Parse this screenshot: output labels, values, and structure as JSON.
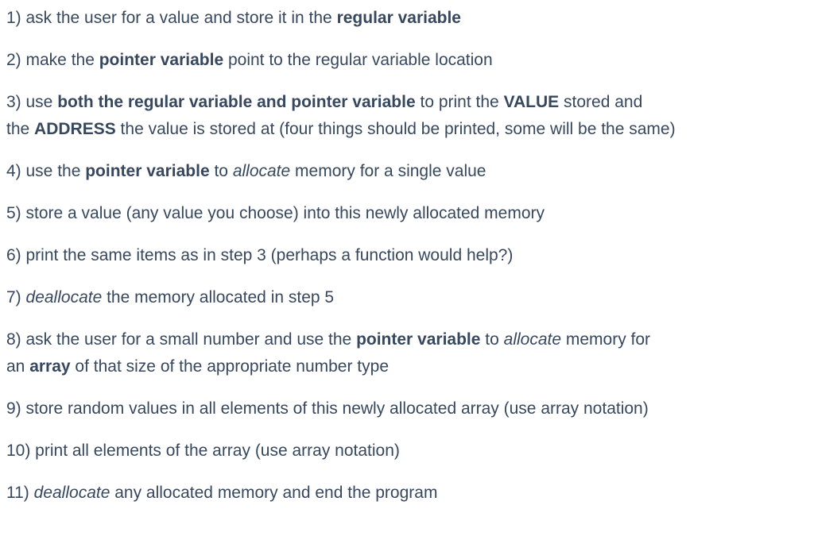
{
  "document": {
    "type": "numbered-instruction-list",
    "text_color": "#37485e",
    "background_color": "#ffffff",
    "items": [
      {
        "number": "1",
        "lines": [
          [
            {
              "text": "1) ask the user for a value and store it in the ",
              "style": "normal"
            },
            {
              "text": "regular variable",
              "style": "bold"
            }
          ]
        ]
      },
      {
        "number": "2",
        "lines": [
          [
            {
              "text": "2) make the ",
              "style": "normal"
            },
            {
              "text": "pointer variable",
              "style": "bold"
            },
            {
              "text": " point to the regular variable location",
              "style": "normal"
            }
          ]
        ]
      },
      {
        "number": "3",
        "lines": [
          [
            {
              "text": "3) use ",
              "style": "normal"
            },
            {
              "text": "both the regular variable and pointer variable",
              "style": "bold"
            },
            {
              "text": " to print the ",
              "style": "normal"
            },
            {
              "text": "VALUE",
              "style": "bold"
            },
            {
              "text": " stored and",
              "style": "normal"
            }
          ],
          [
            {
              "text": "the ",
              "style": "normal"
            },
            {
              "text": "ADDRESS",
              "style": "bold"
            },
            {
              "text": " the value is stored at (four things should be printed, some will be the same)",
              "style": "normal"
            }
          ]
        ]
      },
      {
        "number": "4",
        "lines": [
          [
            {
              "text": "4) use the ",
              "style": "normal"
            },
            {
              "text": "pointer variable",
              "style": "bold"
            },
            {
              "text": " to ",
              "style": "normal"
            },
            {
              "text": "allocate",
              "style": "italic"
            },
            {
              "text": " memory for a single value",
              "style": "normal"
            }
          ]
        ]
      },
      {
        "number": "5",
        "lines": [
          [
            {
              "text": "5) store a value (any value you choose) into this newly allocated memory",
              "style": "normal"
            }
          ]
        ]
      },
      {
        "number": "6",
        "lines": [
          [
            {
              "text": "6) print the same items as in step 3 (perhaps a function would help?)",
              "style": "normal"
            }
          ]
        ]
      },
      {
        "number": "7",
        "lines": [
          [
            {
              "text": "7) ",
              "style": "normal"
            },
            {
              "text": "deallocate",
              "style": "italic"
            },
            {
              "text": " the memory allocated in step 5",
              "style": "normal"
            }
          ]
        ]
      },
      {
        "number": "8",
        "lines": [
          [
            {
              "text": "8) ask the user for a small number and use the ",
              "style": "normal"
            },
            {
              "text": "pointer variable",
              "style": "bold"
            },
            {
              "text": " to ",
              "style": "normal"
            },
            {
              "text": "allocate",
              "style": "italic"
            },
            {
              "text": " memory for",
              "style": "normal"
            }
          ],
          [
            {
              "text": "an ",
              "style": "normal"
            },
            {
              "text": "array",
              "style": "bold"
            },
            {
              "text": " of that size of the appropriate number type",
              "style": "normal"
            }
          ]
        ]
      },
      {
        "number": "9",
        "lines": [
          [
            {
              "text": "9) store random values in all elements of this newly allocated array (use array notation)",
              "style": "normal"
            }
          ]
        ]
      },
      {
        "number": "10",
        "lines": [
          [
            {
              "text": "10) print all elements of the array (use array notation)",
              "style": "normal"
            }
          ]
        ]
      },
      {
        "number": "11",
        "lines": [
          [
            {
              "text": "11) ",
              "style": "normal"
            },
            {
              "text": "deallocate",
              "style": "italic"
            },
            {
              "text": " any allocated memory and end the program",
              "style": "normal"
            }
          ]
        ]
      }
    ]
  }
}
